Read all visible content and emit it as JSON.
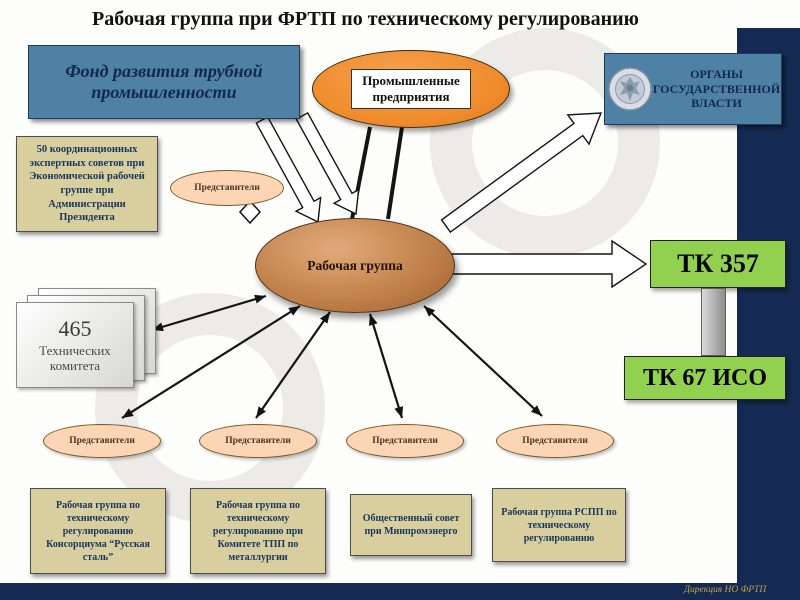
{
  "slide": {
    "title": "Рабочая группа при ФРТП по техническому регулированию",
    "footer": "Дирекция НО ФРТП"
  },
  "nodes": {
    "frtp_fund": {
      "label": "Фонд развития трубной\nпромышленности"
    },
    "industry": {
      "label": "Промышленные\nпредприятия"
    },
    "government": {
      "label": "ОРГАНЫ\nГОСУДАРСТВЕННОЙ\nВЛАСТИ"
    },
    "expert_councils": {
      "label": "50 координационных экспертных советов при Экономической рабочей группе при Администрации Президента"
    },
    "working_group": {
      "label": "Рабочая группа"
    },
    "tech_committees": {
      "count": "465",
      "label": "Технических комитета"
    },
    "tk_357": {
      "label": "ТК 357"
    },
    "tk_67_iso": {
      "label": "ТК 67 ИСО"
    },
    "representatives_top": {
      "label": "Представители"
    },
    "representatives": [
      {
        "label": "Представители"
      },
      {
        "label": "Представители"
      },
      {
        "label": "Представители"
      },
      {
        "label": "Представители"
      }
    ],
    "bottom_groups": [
      {
        "label": "Рабочая группа по техническому регулированию Консорциума “Русская сталь”"
      },
      {
        "label": "Рабочая группа по техническому регулированию при Комитете ТПП по металлургии"
      },
      {
        "label": "Общественный совет при Минпромэнерго"
      },
      {
        "label": "Рабочая группа РСПП по техническому регулированию"
      }
    ]
  },
  "colors": {
    "steel_blue": "#4e81a4",
    "navy_bar": "#152a52",
    "navy_text": "#17365d",
    "orange": "#ef8b2c",
    "tan": "#d9cf9e",
    "peach": "#fcd5b4",
    "green": "#92d050",
    "center_brown": "#bd7d46",
    "gold": "#c3a24b"
  }
}
